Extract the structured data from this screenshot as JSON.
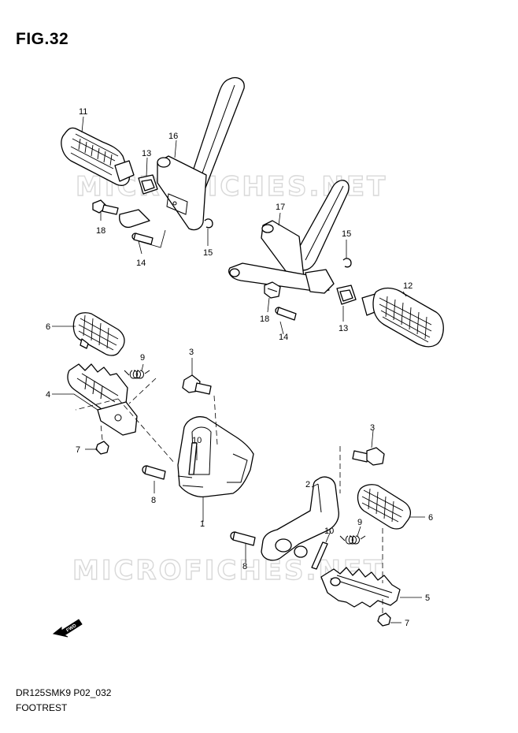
{
  "figure": {
    "title": "FIG.32",
    "model_code": "DR125SMK9 P02_032",
    "section_name": "FOOTREST"
  },
  "watermark": "MICROFICHES.NET",
  "fwd_arrow_label": "FWD",
  "callouts": {
    "c1": "1",
    "c2": "2",
    "c3a": "3",
    "c3b": "3",
    "c4": "4",
    "c5": "5",
    "c6a": "6",
    "c6b": "6",
    "c7a": "7",
    "c7b": "7",
    "c8a": "8",
    "c8b": "8",
    "c9a": "9",
    "c9b": "9",
    "c10a": "10",
    "c10b": "10",
    "c11": "11",
    "c12": "12",
    "c13a": "13",
    "c13b": "13",
    "c14a": "14",
    "c14b": "14",
    "c15a": "15",
    "c15b": "15",
    "c16": "16",
    "c17": "17",
    "c18a": "18",
    "c18b": "18"
  }
}
